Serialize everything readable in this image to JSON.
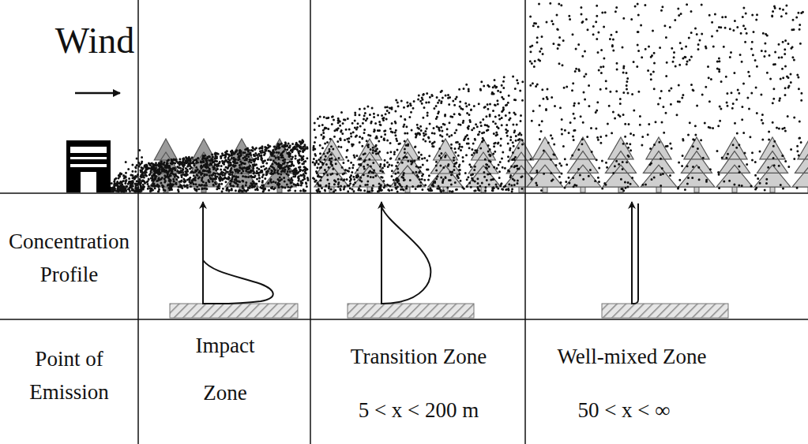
{
  "diagram": {
    "labels": [
      "Wind",
      "Concentration Profile",
      "Point of Emission",
      "Impact Zone",
      "Transition Zone",
      "5 < x < 200 m",
      "Well-mixed Zone",
      "50 < x < ∞"
    ]
  }
}
